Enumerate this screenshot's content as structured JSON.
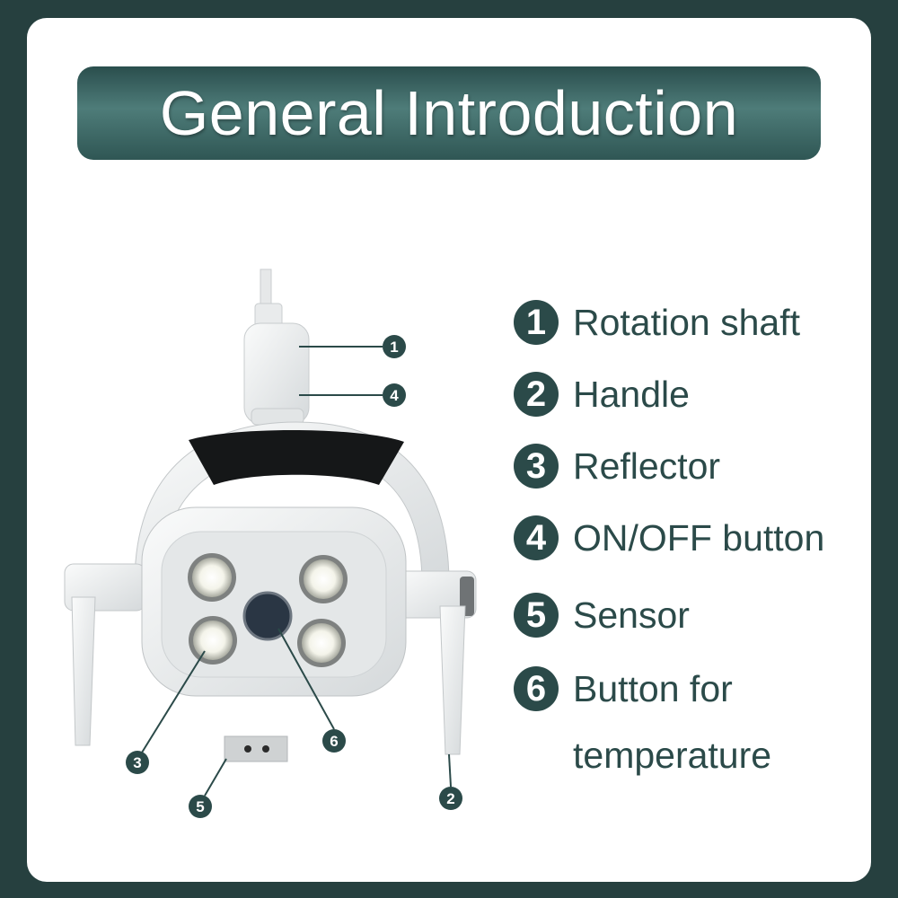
{
  "header": {
    "title": "General Introduction"
  },
  "legend": {
    "items": [
      {
        "number": "1",
        "label": "Rotation shaft"
      },
      {
        "number": "2",
        "label": "Handle"
      },
      {
        "number": "3",
        "label": "Reflector"
      },
      {
        "number": "4",
        "label": "ON/OFF button"
      },
      {
        "number": "5",
        "label": "Sensor"
      },
      {
        "number": "6",
        "label": "Button for",
        "label_cont": "temperature"
      }
    ]
  },
  "callouts": [
    "1",
    "4",
    "3",
    "6",
    "5",
    "2"
  ],
  "colors": {
    "background": "#26403f",
    "card": "#ffffff",
    "accent": "#2b4a49",
    "lamp_body": "#eef0f1"
  }
}
